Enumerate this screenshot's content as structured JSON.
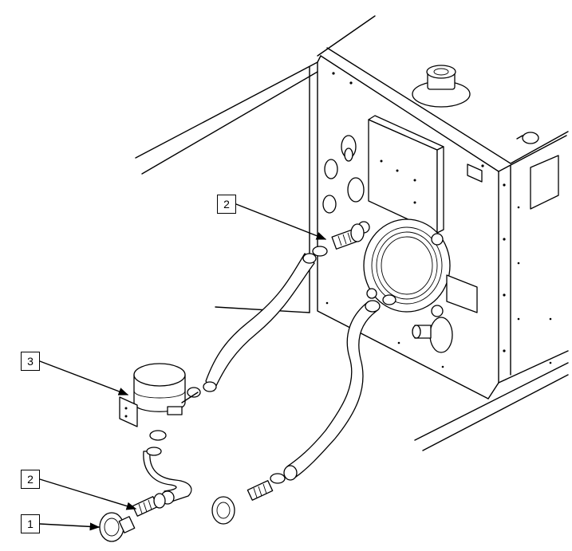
{
  "callouts": [
    {
      "id": "callout-2-top",
      "label": "2"
    },
    {
      "id": "callout-3",
      "label": "3"
    },
    {
      "id": "callout-2-bottom",
      "label": "2"
    },
    {
      "id": "callout-1",
      "label": "1"
    }
  ]
}
